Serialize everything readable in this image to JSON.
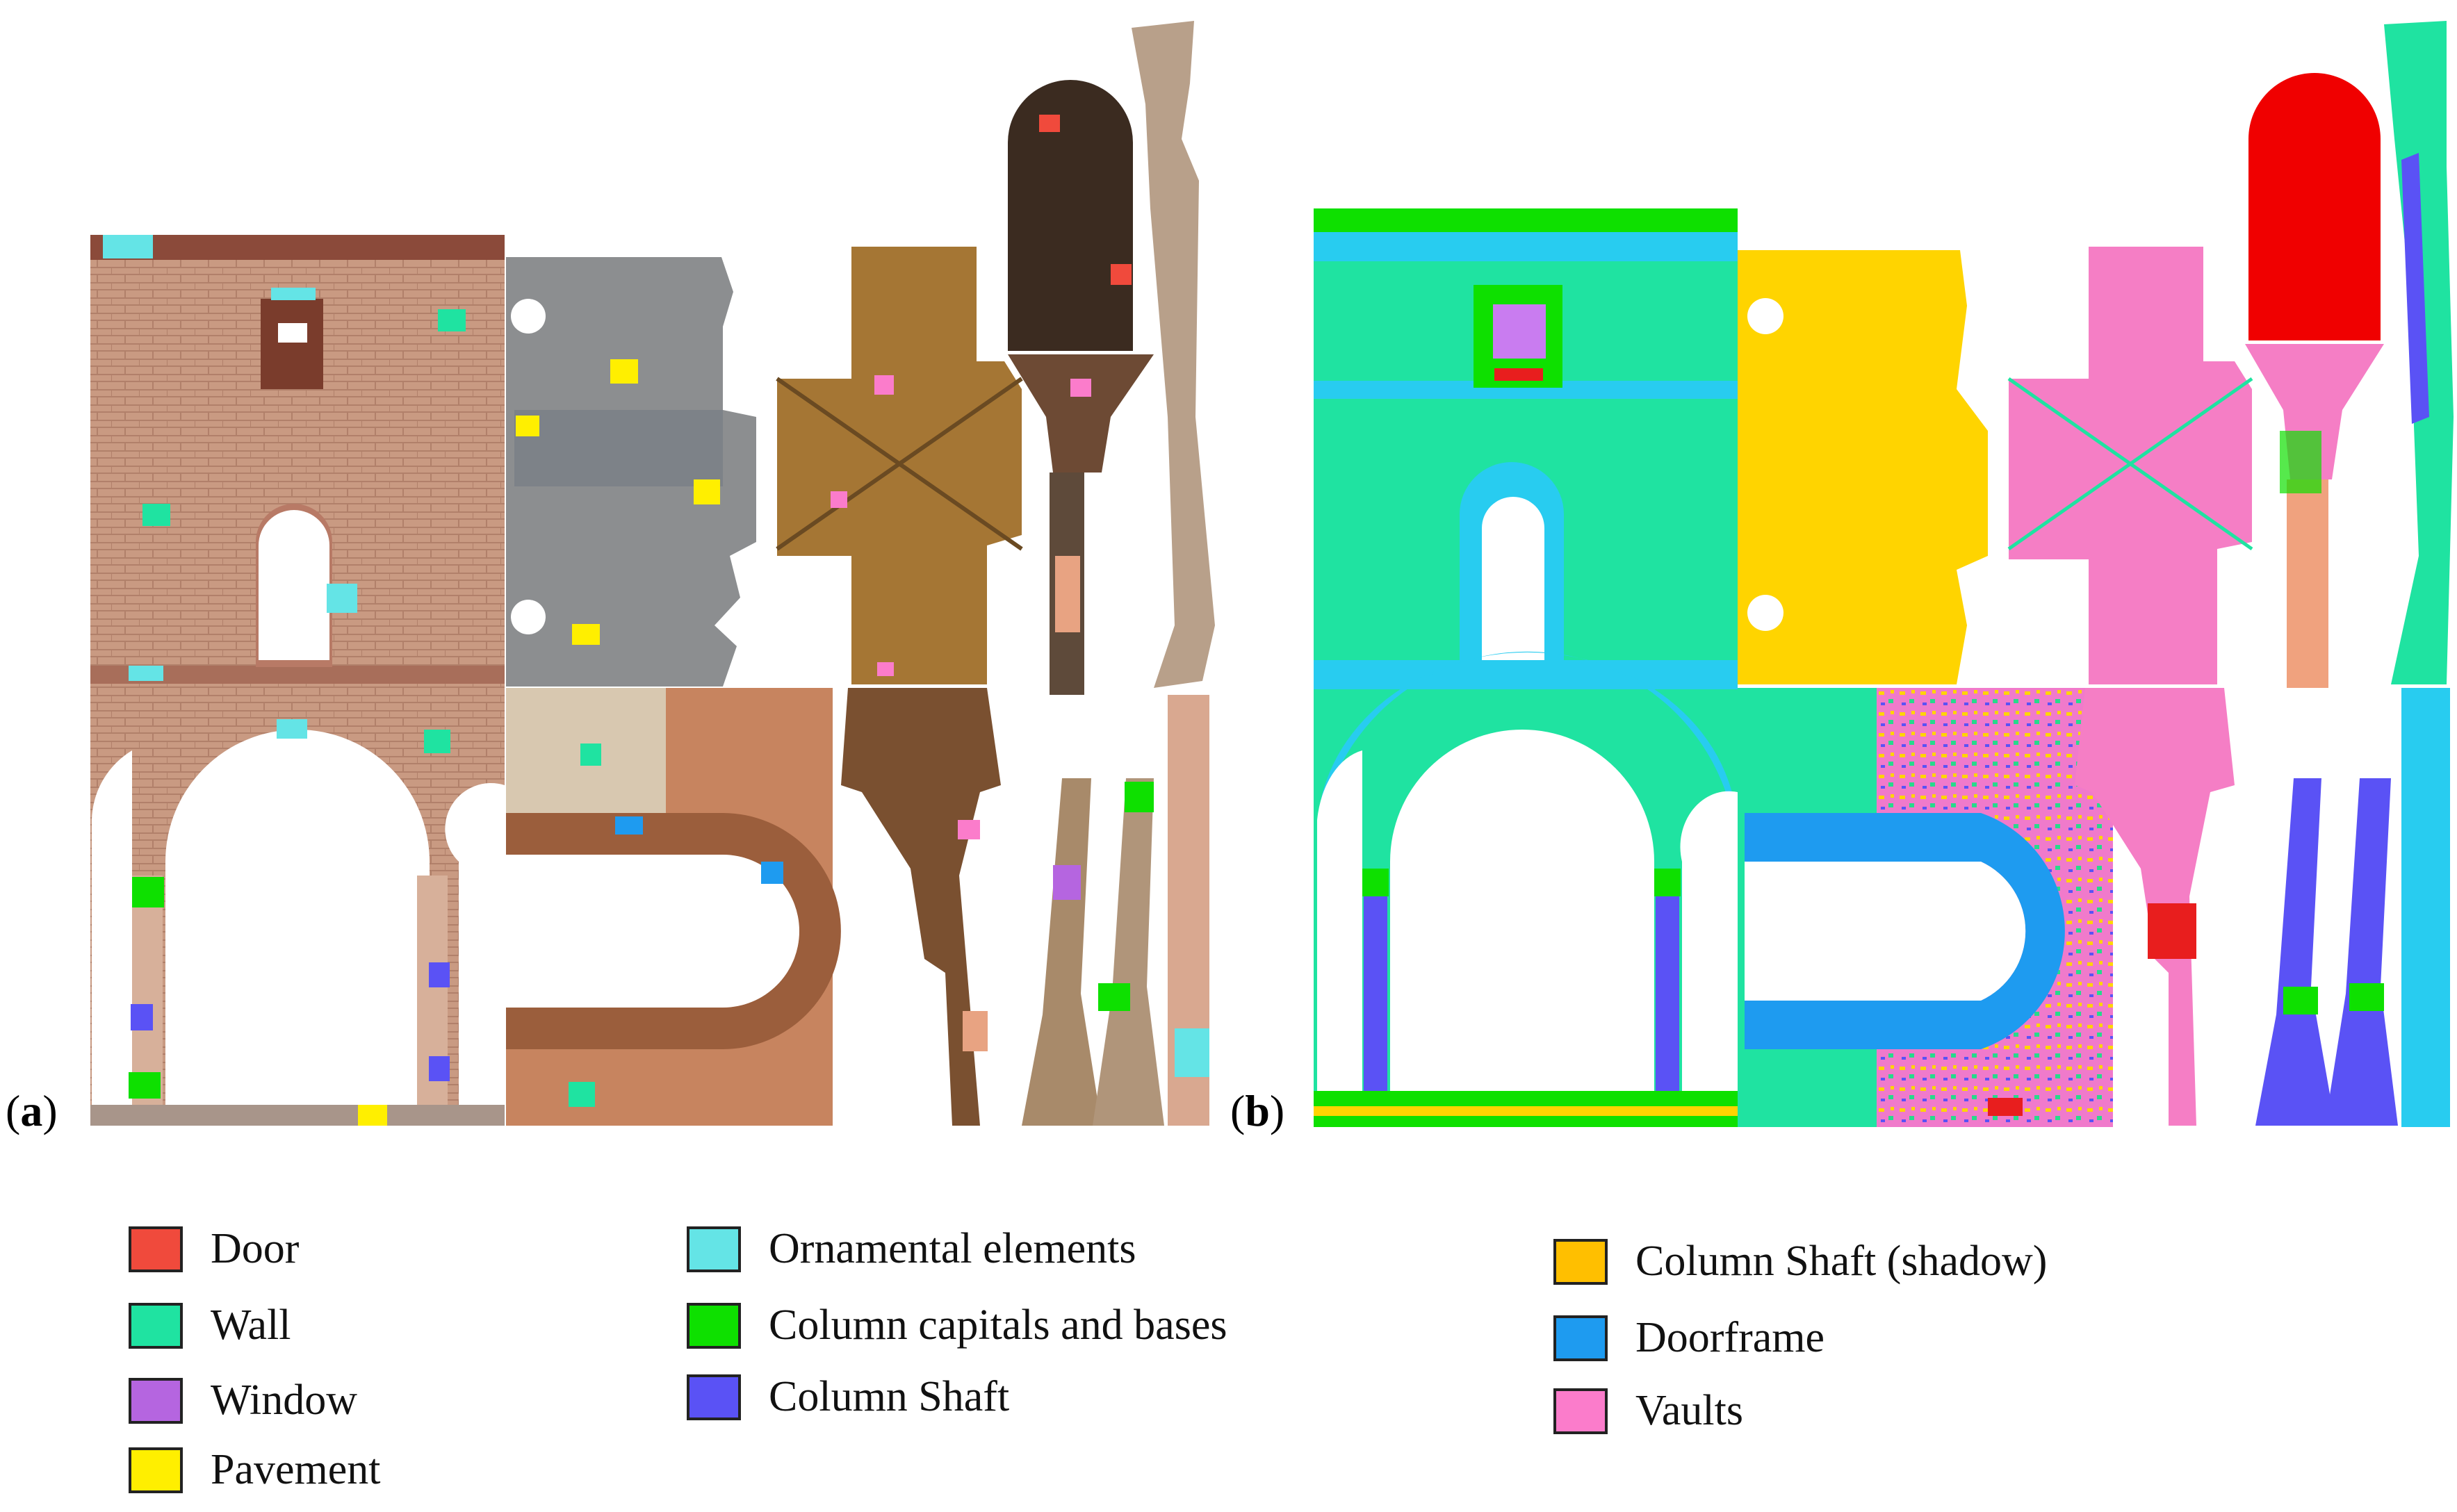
{
  "panels": {
    "a": {
      "label_open": "(",
      "label_letter": "a",
      "label_close": ")"
    },
    "b": {
      "label_open": "(",
      "label_letter": "b",
      "label_close": ")"
    }
  },
  "legend": {
    "items": [
      {
        "label": "Door",
        "color": "#f04a3c"
      },
      {
        "label": "Wall",
        "color": "#1fe3a1"
      },
      {
        "label": "Window",
        "color": "#b565e0"
      },
      {
        "label": "Pavement",
        "color": "#ffef00"
      },
      {
        "label": "Ornamental elements",
        "color": "#64e4e6"
      },
      {
        "label": "Column capitals and bases",
        "color": "#0ee000"
      },
      {
        "label": "Column Shaft",
        "color": "#5a52f5"
      },
      {
        "label": "Column Shaft (shadow)",
        "color": "#ffbf00"
      },
      {
        "label": "Doorframe",
        "color": "#1e9bf0"
      },
      {
        "label": "Vaults",
        "color": "#fb7ccb"
      }
    ]
  }
}
